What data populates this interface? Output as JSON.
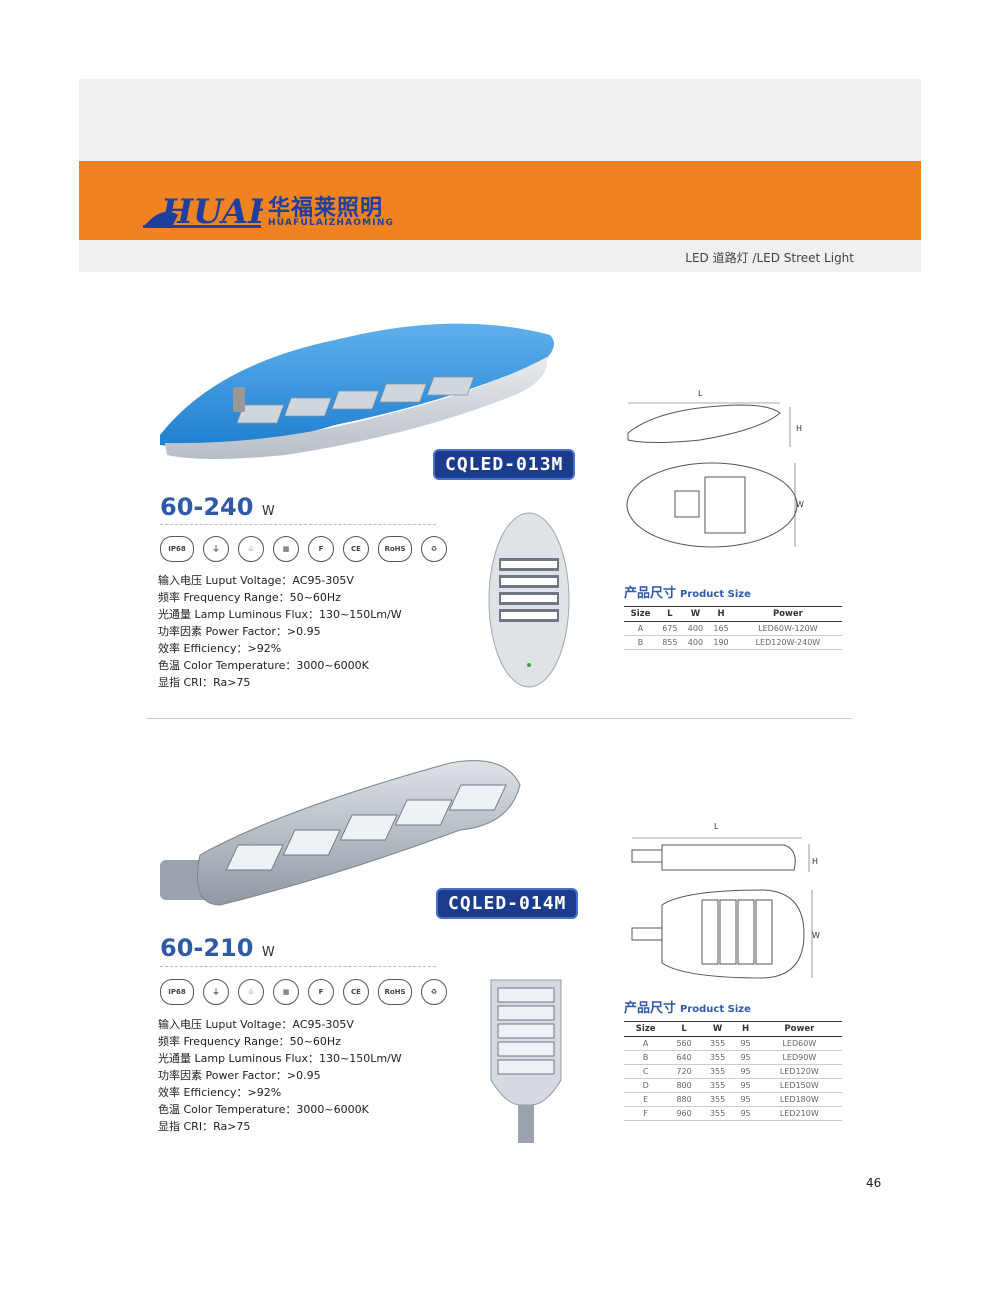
{
  "header": {
    "brand_cn": "华福莱照明",
    "brand_en": "HUAFULAIZHAOMING",
    "category": "LED 道路灯 /LED Street Light"
  },
  "products": [
    {
      "model": "CQLED-013M",
      "watt_range": "60-240",
      "watt_unit": "W",
      "certs": [
        "IP68",
        "",
        "",
        "",
        "F",
        "CE",
        "RoHS",
        ""
      ],
      "specs": [
        "输入电压 Luput Voltage：AC95-305V",
        "频率 Frequency Range：50~60Hz",
        "光通量 Lamp Luminous Flux：130~150Lm/W",
        "功率因素 Power Factor：>0.95",
        "效率 Efficiency：>92%",
        "色温 Color Temperature：3000~6000K",
        "显指 CRI：Ra>75"
      ],
      "size_title_cn": "产品尺寸",
      "size_title_en": "Product Size",
      "dim_labels": {
        "l": "L",
        "h": "H",
        "w": "W"
      },
      "table_headers": [
        "Size",
        "L",
        "W",
        "H",
        "Power"
      ],
      "table_rows": [
        [
          "A",
          "675",
          "400",
          "165",
          "LED60W-120W"
        ],
        [
          "B",
          "855",
          "400",
          "190",
          "LED120W-240W"
        ]
      ]
    },
    {
      "model": "CQLED-014M",
      "watt_range": "60-210",
      "watt_unit": "W",
      "certs": [
        "IP68",
        "",
        "",
        "",
        "F",
        "CE",
        "RoHS",
        ""
      ],
      "specs": [
        "输入电压 Luput Voltage：AC95-305V",
        "频率 Frequency Range：50~60Hz",
        "光通量 Lamp Luminous Flux：130~150Lm/W",
        "功率因素 Power Factor：>0.95",
        "效率 Efficiency：>92%",
        "色温 Color Temperature：3000~6000K",
        "显指 CRI：Ra>75"
      ],
      "size_title_cn": "产品尺寸",
      "size_title_en": "Product Size",
      "dim_labels": {
        "l": "L",
        "h": "H",
        "w": "W"
      },
      "table_headers": [
        "Size",
        "L",
        "W",
        "H",
        "Power"
      ],
      "table_rows": [
        [
          "A",
          "560",
          "355",
          "95",
          "LED60W"
        ],
        [
          "B",
          "640",
          "355",
          "95",
          "LED90W"
        ],
        [
          "C",
          "720",
          "355",
          "95",
          "LED120W"
        ],
        [
          "D",
          "800",
          "355",
          "95",
          "LED150W"
        ],
        [
          "E",
          "880",
          "355",
          "95",
          "LED180W"
        ],
        [
          "F",
          "960",
          "355",
          "95",
          "LED210W"
        ]
      ]
    }
  ],
  "page_number": "46",
  "colors": {
    "orange": "#ef8321",
    "brand_blue": "#1f3f9e",
    "accent_blue": "#2f5aa8"
  }
}
